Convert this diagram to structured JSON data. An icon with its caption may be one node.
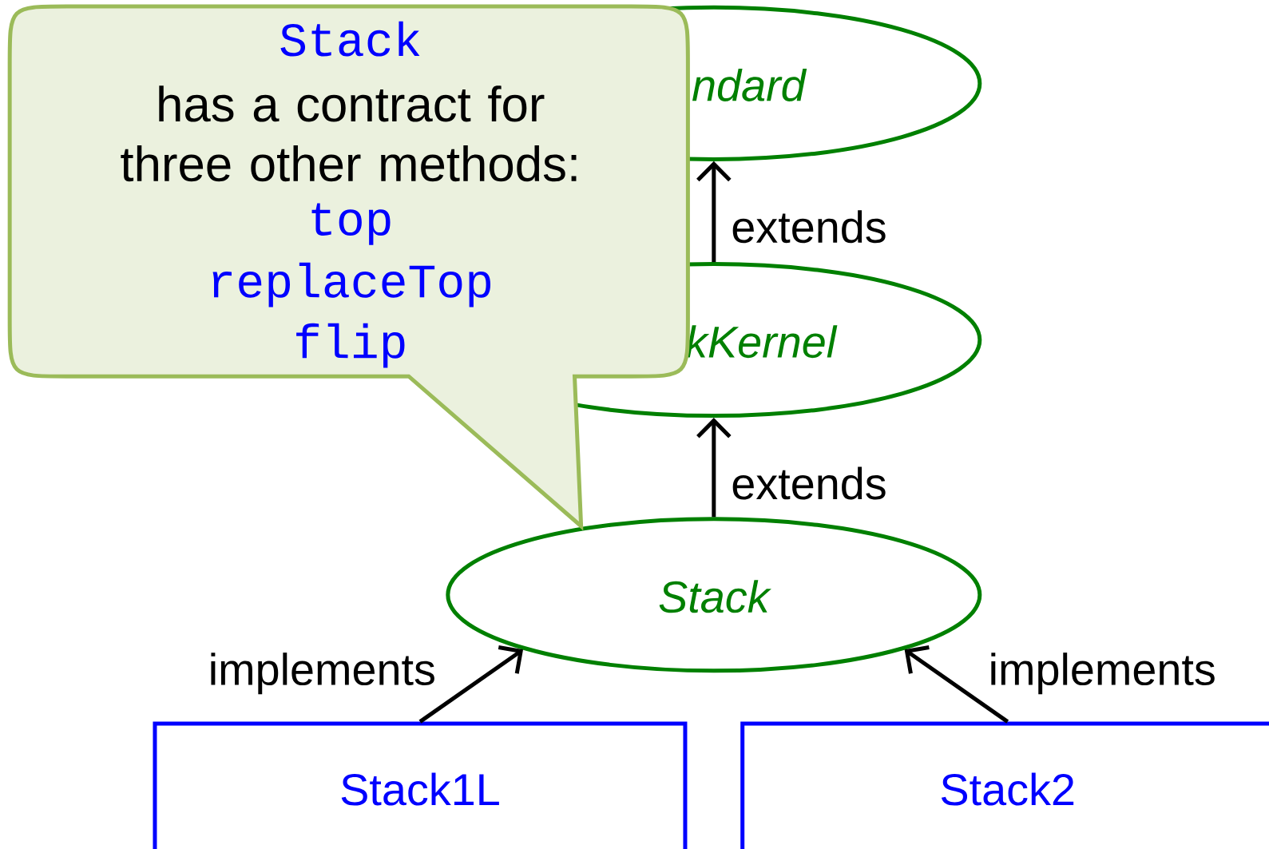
{
  "diagram": {
    "nodes": [
      {
        "text": [
          "Stack",
          "has a contract for three other methods:",
          "top",
          "replaceTop",
          "flip"
        ]
      },
      {
        "text": [
          "ndard"
        ]
      },
      {
        "text": [
          "kKernel"
        ]
      },
      {
        "text": [
          "Stack"
        ]
      },
      {
        "text": [
          "Stack1L"
        ]
      },
      {
        "text": [
          "Stack2"
        ]
      }
    ],
    "edges": [
      {
        "from": 2,
        "to": 1,
        "arrow": "to",
        "label": "extends"
      },
      {
        "from": 3,
        "to": 2,
        "arrow": "to",
        "label": "extends"
      },
      {
        "from": 4,
        "to": 3,
        "arrow": "to",
        "label": "implements"
      },
      {
        "from": 5,
        "to": 3,
        "arrow": "to",
        "label": "implements"
      }
    ]
  }
}
